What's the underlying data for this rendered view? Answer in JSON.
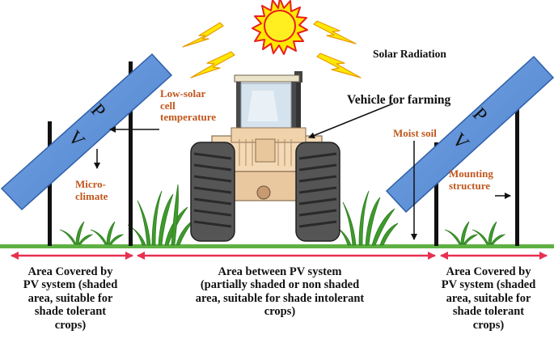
{
  "labels": {
    "solar_radiation": "Solar Radiation",
    "vehicle": "Vehicle for farming",
    "low_solar_line1": "Low-solar",
    "low_solar_line2": "cell",
    "low_solar_line3": "temperature",
    "micro_line1": "Micro-",
    "micro_line2": "climate",
    "moist_soil": "Moist soil",
    "mounting_line1": "Mounting",
    "mounting_line2": "structure",
    "pv_letter_p": "P",
    "pv_letter_v": "V"
  },
  "areas": {
    "left": [
      "Area Covered by",
      "PV system (shaded",
      "area, suitable for",
      "shade tolerant",
      "crops)"
    ],
    "middle": [
      "Area between PV system",
      "(partially shaded or non shaded",
      "area, suitable for shade intolerant",
      "crops)"
    ],
    "right": [
      "Area Covered by",
      "PV system (shaded",
      "area, suitable for",
      "shade tolerant",
      "crops)"
    ]
  },
  "colors": {
    "label_orange": "#c0561c",
    "panel_blue": "#5b8fd6",
    "ground_green": "#5fb043",
    "arrow_red": "#e83050",
    "sun_yellow": "#ffe800",
    "sun_red": "#e8201a"
  }
}
